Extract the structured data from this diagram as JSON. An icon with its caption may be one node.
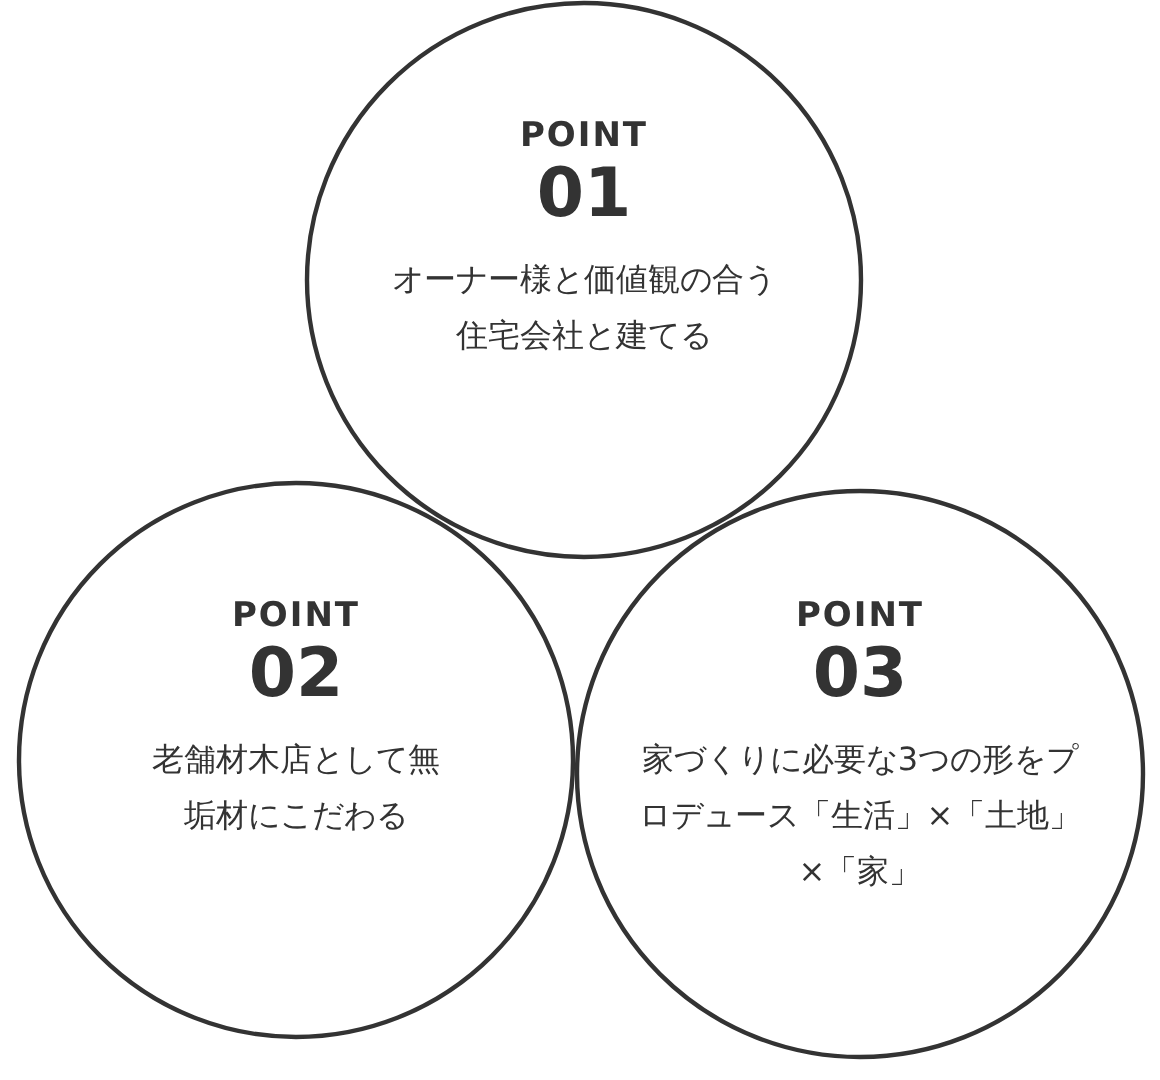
{
  "diagram": {
    "nodes": [
      {
        "text": [
          "POINT",
          "01",
          "オーナー様と価値観の合う住宅会社と建てる"
        ]
      },
      {
        "text": [
          "POINT",
          "02",
          "老舗材木店として無垢材にこだわる"
        ]
      },
      {
        "text": [
          "POINT",
          "03",
          "家づくりに必要な3つの形をプロデュース「生活」×「土地」×「家」"
        ]
      }
    ]
  }
}
